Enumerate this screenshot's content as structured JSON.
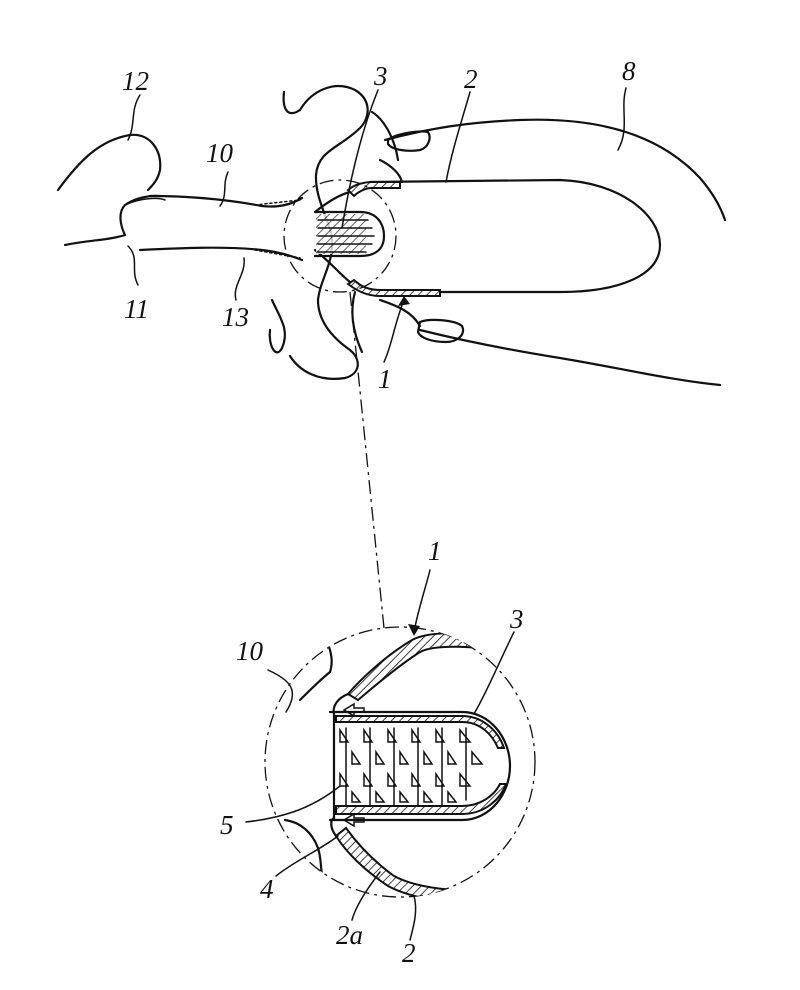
{
  "labels": {
    "l12": "12",
    "l10_top": "10",
    "l3_top": "3",
    "l2_top": "2",
    "l8": "8",
    "l11": "11",
    "l13": "13",
    "l1_top": "1",
    "l1_detail": "1",
    "l3_detail": "3",
    "l10_detail": "10",
    "l5": "5",
    "l4": "4",
    "l2a": "2a",
    "l2_detail": "2"
  }
}
